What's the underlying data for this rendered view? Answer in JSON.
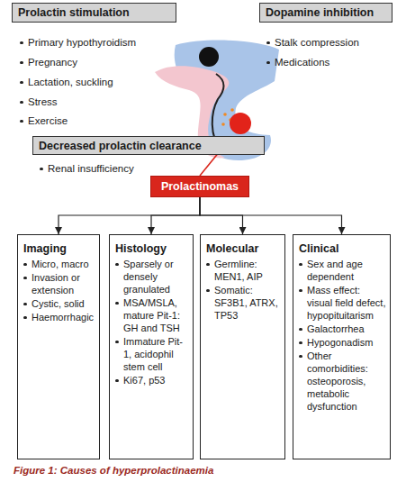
{
  "diagram": {
    "caption": "Figure 1: Causes of hyperprolactinaemia",
    "nodes": [
      {
        "text": [
          "Prolactin stimulation"
        ]
      },
      {
        "text": [
          "Dopamine inhibition"
        ]
      },
      {
        "text": [
          "Decreased prolactin clearance"
        ]
      },
      {
        "text": [
          "Prolactinomas"
        ]
      },
      {
        "text": [
          "Imaging",
          "Micro, macro",
          "Invasion or extension",
          "Cystic, solid",
          "Haemorrhagic"
        ]
      },
      {
        "text": [
          "Histology",
          "Sparsely or densely granulated",
          "MSA/MSLA, mature Pit-1: GH and TSH",
          "Immature Pit-1, acidophil stem cell",
          "Ki67, p53"
        ]
      },
      {
        "text": [
          "Molecular",
          "Germline: MEN1, AIP",
          "Somatic: SF3B1, ATRX, TP53"
        ]
      },
      {
        "text": [
          "Clinical",
          "Sex and age dependent",
          "Mass effect: visual field defect, hypopituitarism",
          "Galactorrhea",
          "Hypogonadism",
          "Other comorbidities: osteoporosis, metabolic dysfunction"
        ]
      }
    ],
    "edges": [
      {
        "from": 3,
        "to": 4,
        "arrow": "to"
      },
      {
        "from": 3,
        "to": 5,
        "arrow": "to"
      },
      {
        "from": 3,
        "to": 6,
        "arrow": "to"
      },
      {
        "from": 3,
        "to": 7,
        "arrow": "to"
      }
    ],
    "labels": [
      "Primary hypothyroidism",
      "Pregnancy",
      "Lactation, suckling",
      "Stress",
      "Exercise",
      "Stalk compression",
      "Medications",
      "Renal insufficiency"
    ]
  }
}
